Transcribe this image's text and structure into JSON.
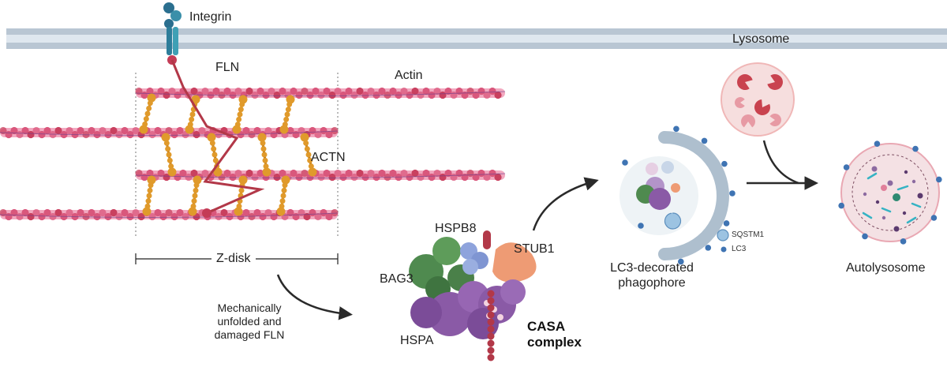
{
  "labels": {
    "integrin": "Integrin",
    "fln": "FLN",
    "actin": "Actin",
    "actn": "ACTN",
    "zdisk": "Z-disk",
    "mechanical": "Mechanically\nunfolded and\ndamaged FLN",
    "hspb8": "HSPB8",
    "stub1": "STUB1",
    "bag3": "BAG3",
    "hspa": "HSPA",
    "casa": "CASA\ncomplex",
    "phagophore": "LC3-decorated\nphagophore",
    "sqstm1": "SQSTM1",
    "lc3": "LC3",
    "lysosome": "Lysosome",
    "autolysosome": "Autolysosome"
  },
  "colors": {
    "membrane": "#b9c6d3",
    "actin": "#d9577c",
    "actn": "#e09a2b",
    "fln": "#b23848",
    "bag3": "#4f8a4f",
    "hspa": "#8a5aa6",
    "hspb8": "#7f95d2",
    "stub1": "#ee9b74",
    "lc3": "#3f74b3",
    "lysosome": "#c9434f"
  }
}
